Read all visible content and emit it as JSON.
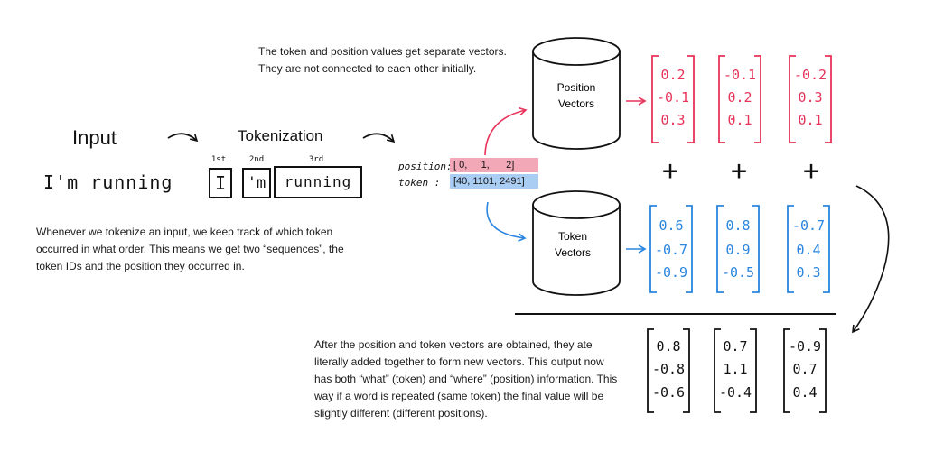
{
  "texts": {
    "input_title": "Input",
    "tokenization_title": "Tokenization",
    "input_sentence": "I'm running",
    "token_1": "I",
    "token_2": "'m",
    "token_3": "running",
    "ordinal_1": "1st",
    "ordinal_2": "2nd",
    "ordinal_3": "3rd",
    "position_label": "position:",
    "token_label": "token :",
    "position_values": "[ 0,     1,      2]",
    "token_values": "[40, 1101, 2491]",
    "position_cylinder_line1": "Position",
    "position_cylinder_line2": "Vectors",
    "token_cylinder_line1": "Token",
    "token_cylinder_line2": "Vectors",
    "plus_sign": "+",
    "note_top_line1": "The token and position values get separate vectors.",
    "note_top_line2": "They are not connected to each other initially.",
    "note_left_line1": "Whenever we tokenize an input, we keep track of which token",
    "note_left_line2": "occurred in what order. This means we get two “sequences”, the",
    "note_left_line3": "token IDs and the position they occurred in.",
    "note_bottom_line1": "After the position and token vectors are obtained, they ate",
    "note_bottom_line2": "literally added together to form new vectors. This output now",
    "note_bottom_line3": "has both “what” (token) and “where” (position) information. This",
    "note_bottom_line4": "way if a word is repeated (same token) the final value will be",
    "note_bottom_line5": "slightly different (different positions)."
  },
  "vectors": {
    "position": [
      [
        "0.2",
        "-0.1",
        "0.3"
      ],
      [
        "-0.1",
        "0.2",
        "0.1"
      ],
      [
        "-0.2",
        "0.3",
        "0.1"
      ]
    ],
    "token": [
      [
        "0.6",
        "-0.7",
        "-0.9"
      ],
      [
        "0.8",
        "0.9",
        "-0.5"
      ],
      [
        "-0.7",
        "0.4",
        "0.3"
      ]
    ],
    "sum": [
      [
        "0.8",
        "-0.8",
        "-0.6"
      ],
      [
        "0.7",
        "1.1",
        "-0.4"
      ],
      [
        "-0.9",
        "0.7",
        "0.4"
      ]
    ]
  },
  "colors": {
    "position": "#e8335a",
    "position_highlight": "#f3a8b8",
    "token": "#2a86e0",
    "token_highlight": "#a9cdf3",
    "ink": "#111111"
  }
}
